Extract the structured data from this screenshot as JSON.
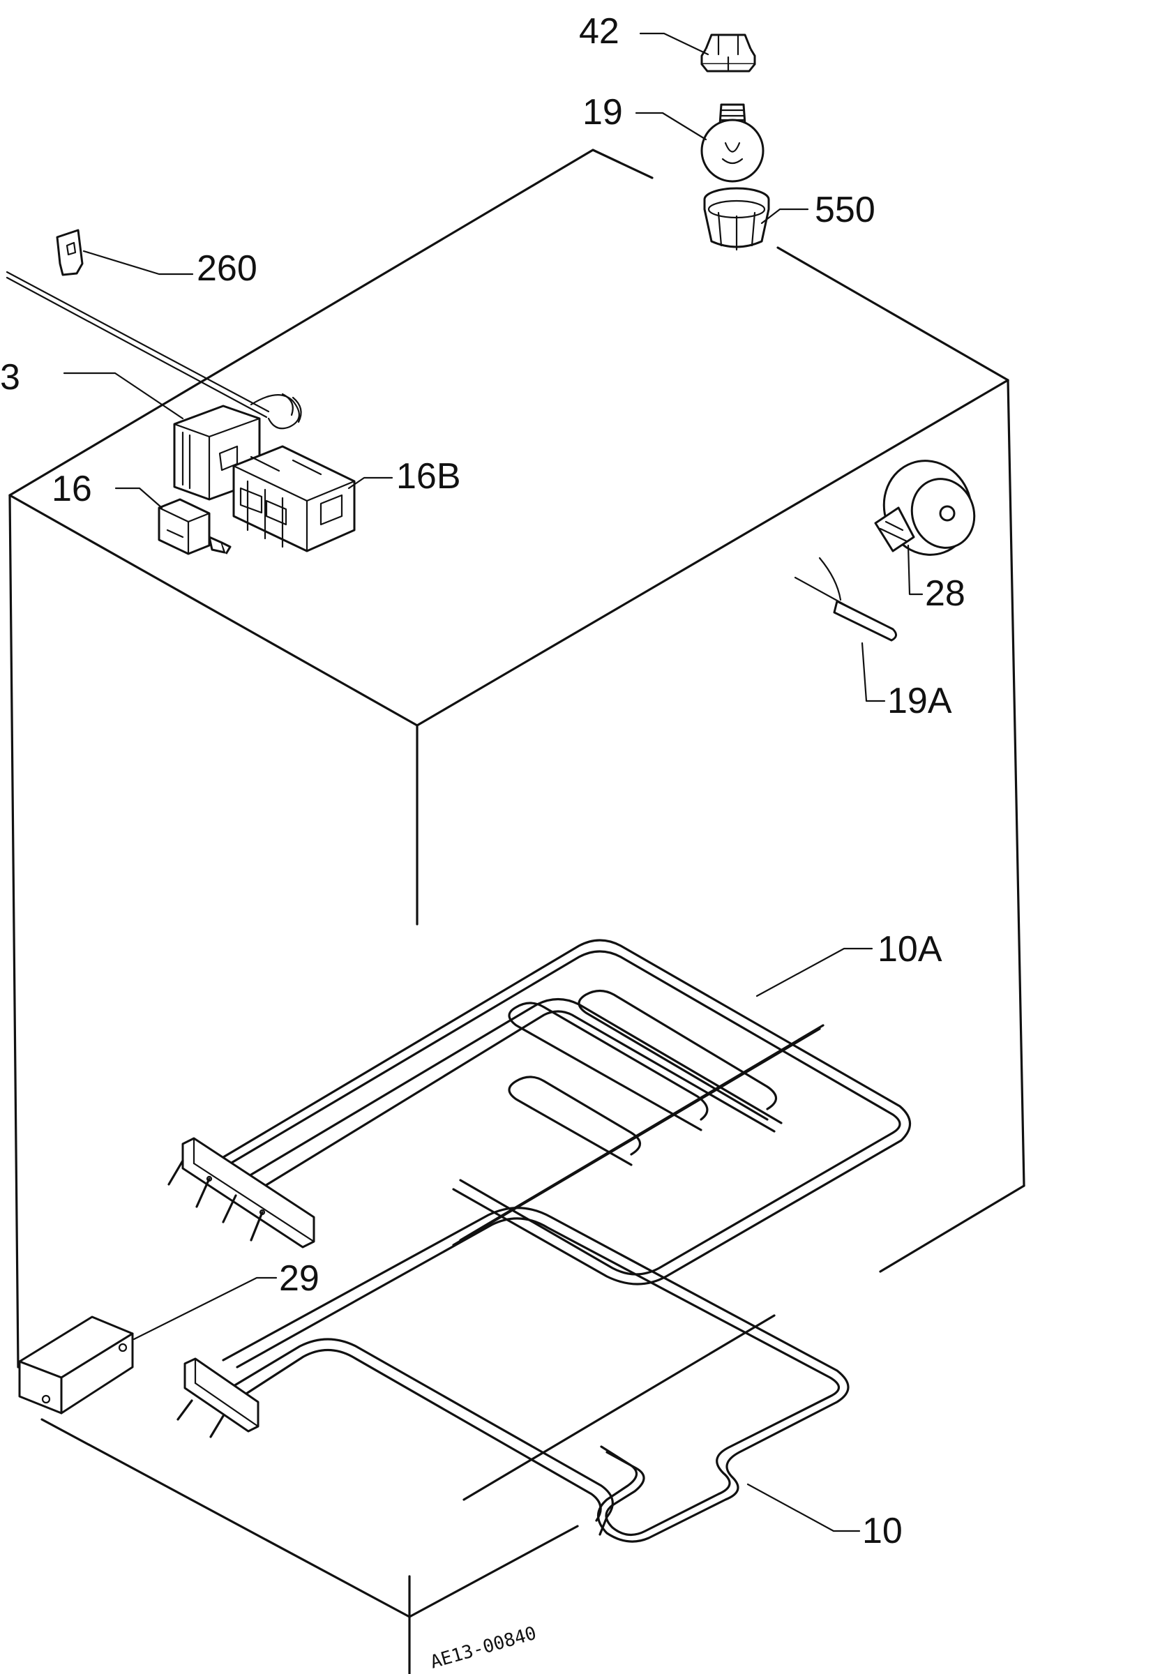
{
  "callouts": {
    "p42": "42",
    "p19": "19",
    "p550": "550",
    "p260": "260",
    "p3": "3",
    "p16": "16",
    "p16b": "16B",
    "p28": "28",
    "p19a": "19A",
    "p10a": "10A",
    "p29": "29",
    "p10": "10"
  },
  "drawing_code": "AE13-00840"
}
